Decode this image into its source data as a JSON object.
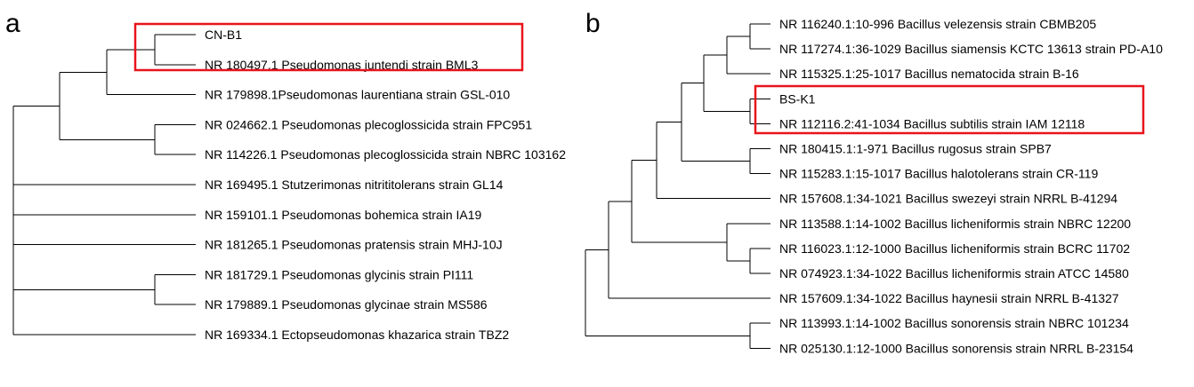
{
  "panel_a": {
    "letter": "a",
    "leaves": [
      "CN-B1",
      "NR 180497.1 Pseudomonas juntendi strain BML3",
      "NR 179898.1Pseudomonas laurentiana strain GSL-010",
      "NR 024662.1 Pseudomonas plecoglossicida strain FPC951",
      "NR 114226.1 Pseudomonas plecoglossicida strain NBRC 103162",
      "NR 169495.1 Stutzerimonas nitrititolerans strain GL14",
      "NR 159101.1 Pseudomonas bohemica strain IA19",
      "NR 181265.1 Pseudomonas pratensis strain MHJ-10J",
      "NR 181729.1 Pseudomonas glycinis strain PI111",
      "NR 179889.1 Pseudomonas glycinae strain MS586",
      "NR 169334.1 Ectopseudomonas khazarica strain TBZ2"
    ],
    "highlight_color": "#e8141b"
  },
  "panel_b": {
    "letter": "b",
    "leaves": [
      "NR 116240.1:10-996 Bacillus velezensis strain CBMB205",
      "NR 117274.1:36-1029 Bacillus siamensis KCTC 13613 strain PD-A10",
      "NR 115325.1:25-1017 Bacillus nematocida strain B-16",
      "BS-K1",
      "NR 112116.2:41-1034 Bacillus subtilis strain IAM 12118",
      "NR 180415.1:1-971 Bacillus rugosus strain SPB7",
      "NR 115283.1:15-1017 Bacillus halotolerans strain CR-119",
      "NR 157608.1:34-1021 Bacillus swezeyi strain NRRL B-41294",
      "NR 113588.1:14-1002 Bacillus licheniformis strain NBRC 12200",
      "NR 116023.1:12-1000 Bacillus licheniformis strain BCRC 11702",
      "NR 074923.1:34-1022 Bacillus licheniformis strain ATCC 14580",
      "NR 157609.1:34-1022 Bacillus haynesii strain NRRL B-41327",
      "NR 113993.1:14-1002 Bacillus sonorensis strain NBRC 101234",
      "NR 025130.1:12-1000 Bacillus sonorensis strain NRRL B-23154"
    ],
    "highlight_color": "#e8141b"
  }
}
